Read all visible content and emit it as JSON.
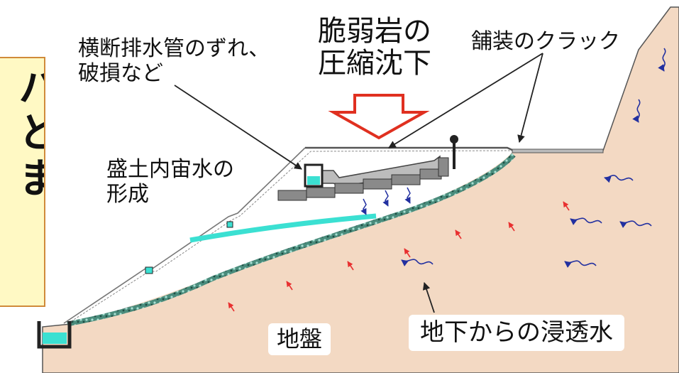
{
  "labels": {
    "pipe_displacement": "横断排水管のずれ、\n破損など",
    "rock_settlement": "脆弱岩の\n圧縮沈下",
    "pavement_crack": "舗装のクラック",
    "groundwater_formation": "盛土内宙水の\n形成",
    "ground": "地盤",
    "seepage": "地下からの浸透水"
  },
  "side_text": "バとま",
  "colors": {
    "ground": "#f3d9c3",
    "water": "#3be0d2",
    "arrow_fill": "#ffffff",
    "arrow_stroke": "#e03020",
    "seepage_red": "#e83030",
    "flow_blue": "#2230a0",
    "box_fill": "#fff9c4",
    "box_border": "#d08a3a"
  }
}
